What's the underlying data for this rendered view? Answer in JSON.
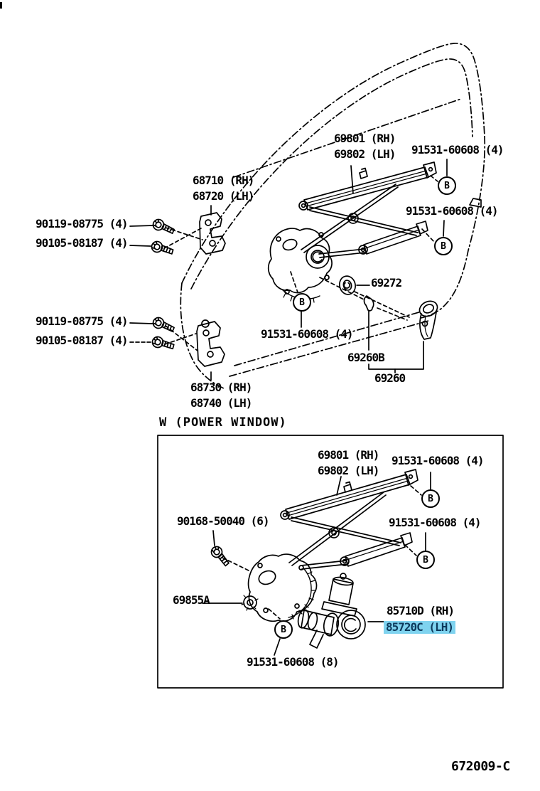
{
  "marker_letter": "B",
  "highlight": {
    "color": "#7fd3ef",
    "text_color": "#0d3a5c"
  },
  "labels": {
    "top_69801": "69801 (RH)",
    "top_69802": "69802 (LH)",
    "top_91531_a": "91531-60608 (4)",
    "top_68710": "68710 (RH)",
    "top_68720": "68720 (LH)",
    "top_91531_b": "91531-60608 (4)",
    "top_90119_a": "90119-08775 (4)",
    "top_90105_a": "90105-08187 (4)",
    "top_69272": "69272",
    "top_90119_b": "90119-08775 (4)",
    "top_90105_b": "90105-08187 (4)",
    "top_91531_c": "91531-60608 (4)",
    "top_69260b": "69260B",
    "top_69260": "69260",
    "top_68730": "68730 (RH)",
    "top_68740": "68740 (LH)",
    "section_power_window": "W (POWER WINDOW)",
    "box_69801": "69801 (RH)",
    "box_69802": "69802 (LH)",
    "box_91531_a": "91531-60608 (4)",
    "box_91531_b": "91531-60608 (4)",
    "box_90168": "90168-50040 (6)",
    "box_69855a": "69855A",
    "box_85710d": "85710D (RH)",
    "box_85720c": "85720C (LH)",
    "box_91531_c": "91531-60608 (8)"
  },
  "footer": {
    "diagram_code": "672009-C"
  }
}
